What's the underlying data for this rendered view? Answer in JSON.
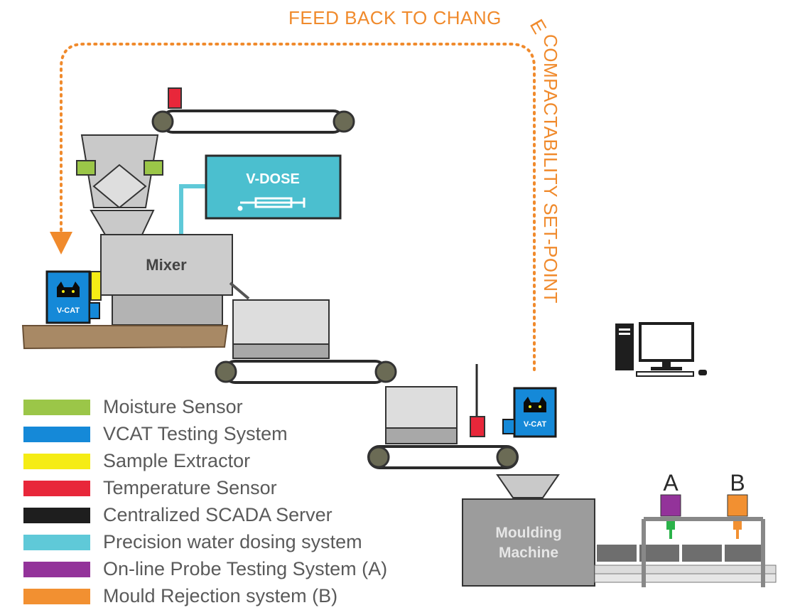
{
  "feedback": {
    "line1": "FEED BACK TO CHANG",
    "line1_e": "E",
    "line2": "COMPACTABILITY SET-POINT"
  },
  "labels": {
    "mixer": "Mixer",
    "vdose": "V-DOSE",
    "vcat": "V-CAT",
    "moulding_line1": "Moulding",
    "moulding_line2": "Machine",
    "probe_a": "A",
    "probe_b": "B"
  },
  "legend": [
    {
      "label": "Moisture Sensor",
      "color": "#9bc648"
    },
    {
      "label": "VCAT Testing System",
      "color": "#1589d8"
    },
    {
      "label": "Sample Extractor",
      "color": "#f5ec15"
    },
    {
      "label": "Temperature Sensor",
      "color": "#e8273a"
    },
    {
      "label": "Centralized SCADA Server",
      "color": "#1e1e1e"
    },
    {
      "label": "Precision water dosing system",
      "color": "#5fc9d8"
    },
    {
      "label": "On-line Probe Testing System (A)",
      "color": "#93339a"
    },
    {
      "label": "Mould Rejection system (B)",
      "color": "#f29031"
    }
  ],
  "colors": {
    "feedback": "#f08a2c",
    "vdose_panel": "#4bbfcf",
    "vcat_body": "#1589d8",
    "grey_machine": "#c9c9c9",
    "belt_roller": "#6b6b55"
  }
}
